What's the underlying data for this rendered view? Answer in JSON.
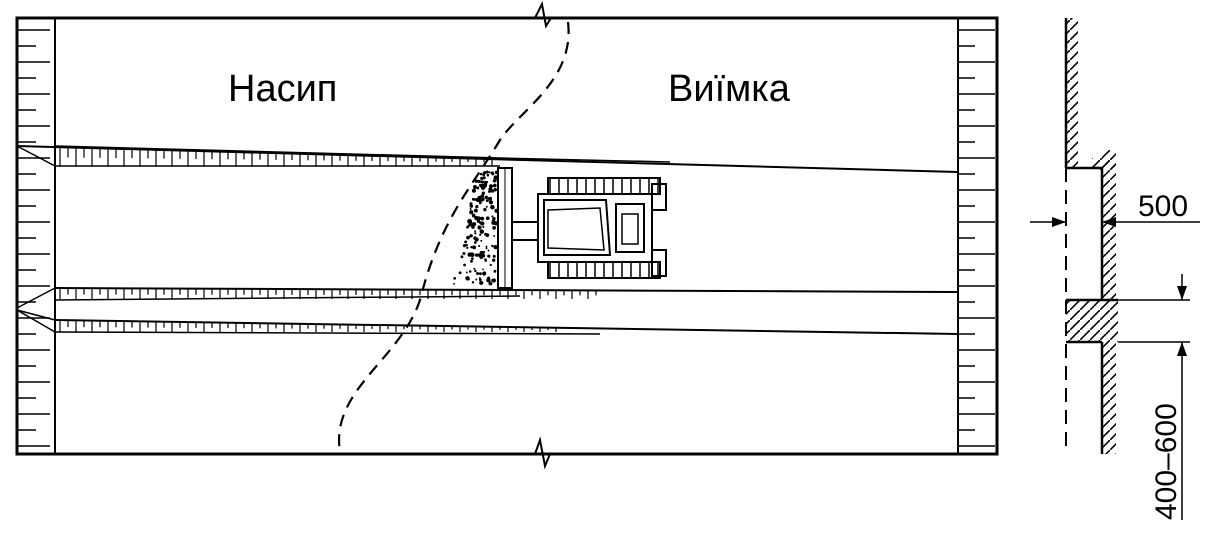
{
  "labels": {
    "fill": "Насип",
    "cut": "Виїмка",
    "bench_width": "500",
    "step_height": "400–600"
  },
  "colors": {
    "ink": "#000000",
    "paper": "#ffffff"
  }
}
